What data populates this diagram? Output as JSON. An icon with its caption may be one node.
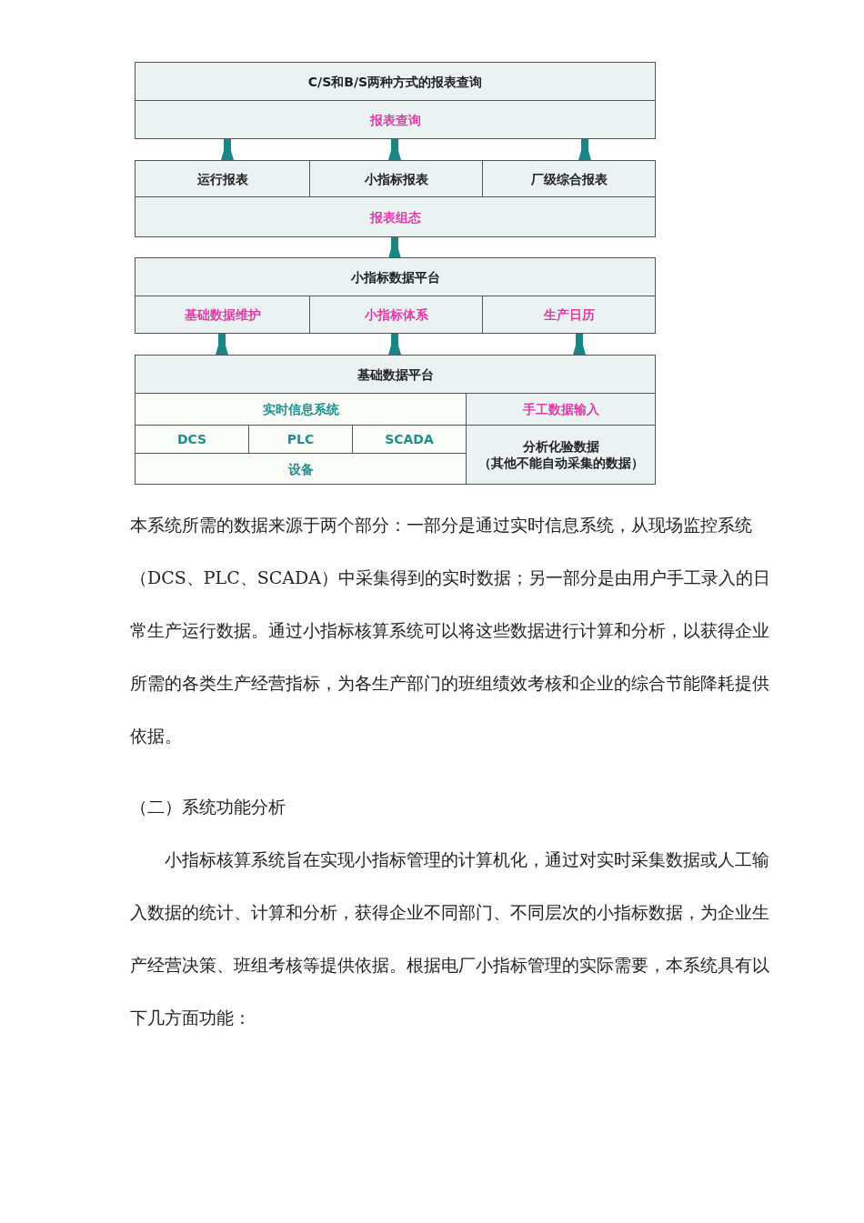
{
  "diagram": {
    "nodes": [
      {
        "text": [
          "C/S和B/S两种方式的报表查询"
        ]
      },
      {
        "text": [
          "报表查询"
        ]
      },
      {
        "text": [
          "运行报表"
        ]
      },
      {
        "text": [
          "小指标报表"
        ]
      },
      {
        "text": [
          "厂级综合报表"
        ]
      },
      {
        "text": [
          "报表组态"
        ]
      },
      {
        "text": [
          "小指标数据平台"
        ]
      },
      {
        "text": [
          "基础数据维护"
        ]
      },
      {
        "text": [
          "小指标体系"
        ]
      },
      {
        "text": [
          "生产日历"
        ]
      },
      {
        "text": [
          "基础数据平台"
        ]
      },
      {
        "text": [
          "实时信息系统"
        ]
      },
      {
        "text": [
          "手工数据输入"
        ]
      },
      {
        "text": [
          "DCS"
        ]
      },
      {
        "text": [
          "PLC"
        ]
      },
      {
        "text": [
          "SCADA"
        ]
      },
      {
        "text": [
          "设备"
        ]
      },
      {
        "text": [
          "分析化验数据",
          "（其他不能自动采集的数据）"
        ]
      }
    ],
    "edges": [
      {
        "from": 2,
        "to": 1,
        "arrow": "to"
      },
      {
        "from": 3,
        "to": 1,
        "arrow": "to"
      },
      {
        "from": 4,
        "to": 1,
        "arrow": "to"
      },
      {
        "from": 6,
        "to": 5,
        "arrow": "to"
      },
      {
        "from": 10,
        "to": 7,
        "arrow": "to"
      },
      {
        "from": 10,
        "to": 8,
        "arrow": "to"
      },
      {
        "from": 10,
        "to": 9,
        "arrow": "to"
      }
    ],
    "labels": [
      "本系统所需的数据来源于两个部分：一部分是通过实时信息系统，从现场监控系统（DCS、PLC、SCADA）中采集得到的实时数据；另一部分是由用户手工录入的日常生产运行数据。通过小指标核算系统可以将这些数据进行计算和分析，以获得企业所需的各类生产经营指标，为各生产部门的班组绩效考核和企业的综合节能降耗提供依据。",
      "（二）系统功能分析",
      "小指标核算系统旨在实现小指标管理的计算机化，通过对实时采集数据或人工输入数据的统计、计算和分析，获得企业不同部门、不同层次的小指标数据，为企业生产经营决策、班组考核等提供依据。根据电厂小指标管理的实际需要，本系统具有以下几方面功能："
    ]
  }
}
